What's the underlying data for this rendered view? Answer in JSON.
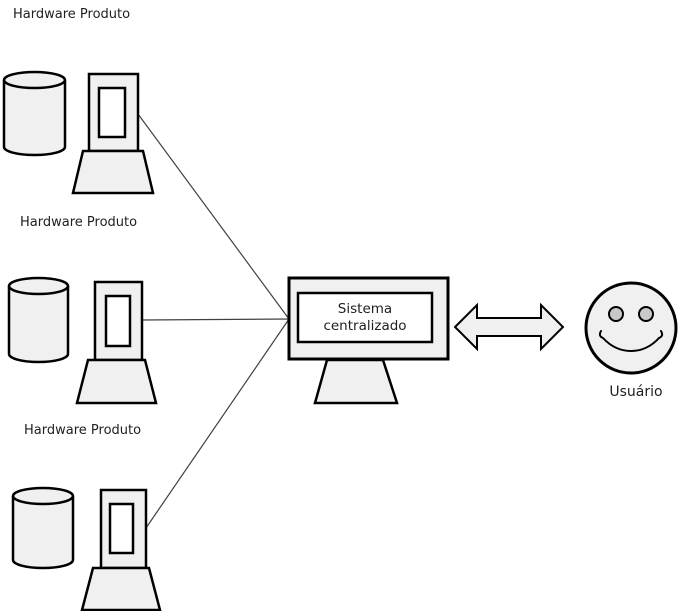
{
  "diagram": {
    "hardware_groups": [
      {
        "label": "Hardware Produto"
      },
      {
        "label": "Hardware Produto"
      },
      {
        "label": "Hardware Produto"
      }
    ],
    "central_system": {
      "line1": "Sistema",
      "line2": "centralizado"
    },
    "user": {
      "label": "Usuário"
    },
    "icons": {
      "database": "database-cylinder-icon",
      "terminal": "kiosk-terminal-icon",
      "central": "monitor-icon",
      "link": "double-headed-arrow-icon",
      "user": "smiley-face-icon"
    },
    "colors": {
      "shape_fill": "#f0f0f0",
      "screen_fill": "#ffffff",
      "stroke": "#000000",
      "connector": "#404040",
      "eye_fill": "#c9c9c9",
      "text": "#1f1f1f"
    }
  }
}
